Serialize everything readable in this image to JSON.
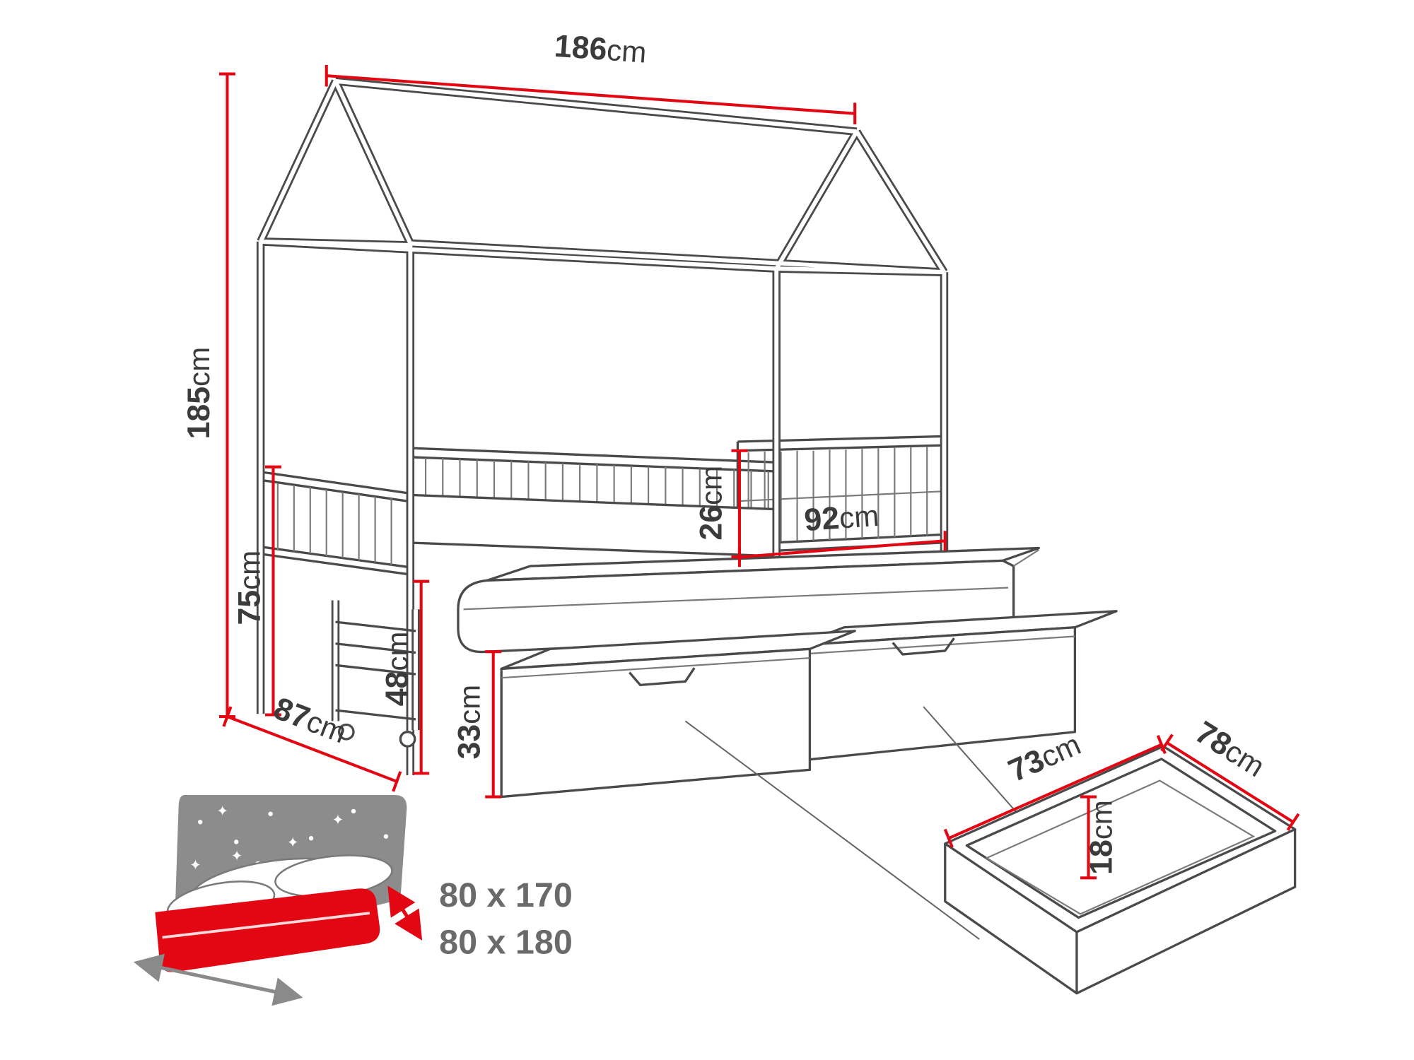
{
  "meta": {
    "accent_red": "#e30613",
    "line_gray": "#4a4a4a",
    "label_gray": "#3b3b3b",
    "panel_gray": "#8c8c8c"
  },
  "dimensions": {
    "bed_width": {
      "value": "186",
      "unit": "cm"
    },
    "bed_height": {
      "value": "185",
      "unit": "cm"
    },
    "headboard_height": {
      "value": "75",
      "unit": "cm"
    },
    "bed_depth": {
      "value": "87",
      "unit": "cm"
    },
    "trundle_height": {
      "value": "48",
      "unit": "cm"
    },
    "drawer_front_height": {
      "value": "33",
      "unit": "cm"
    },
    "rail_height": {
      "value": "26",
      "unit": "cm"
    },
    "rail_width": {
      "value": "92",
      "unit": "cm"
    },
    "drawer_width": {
      "value": "73",
      "unit": "cm"
    },
    "drawer_depth": {
      "value": "78",
      "unit": "cm"
    },
    "drawer_height": {
      "value": "18",
      "unit": "cm"
    }
  },
  "mattress_sizes": {
    "upper": "80 x 170",
    "lower": "80 x 180"
  }
}
